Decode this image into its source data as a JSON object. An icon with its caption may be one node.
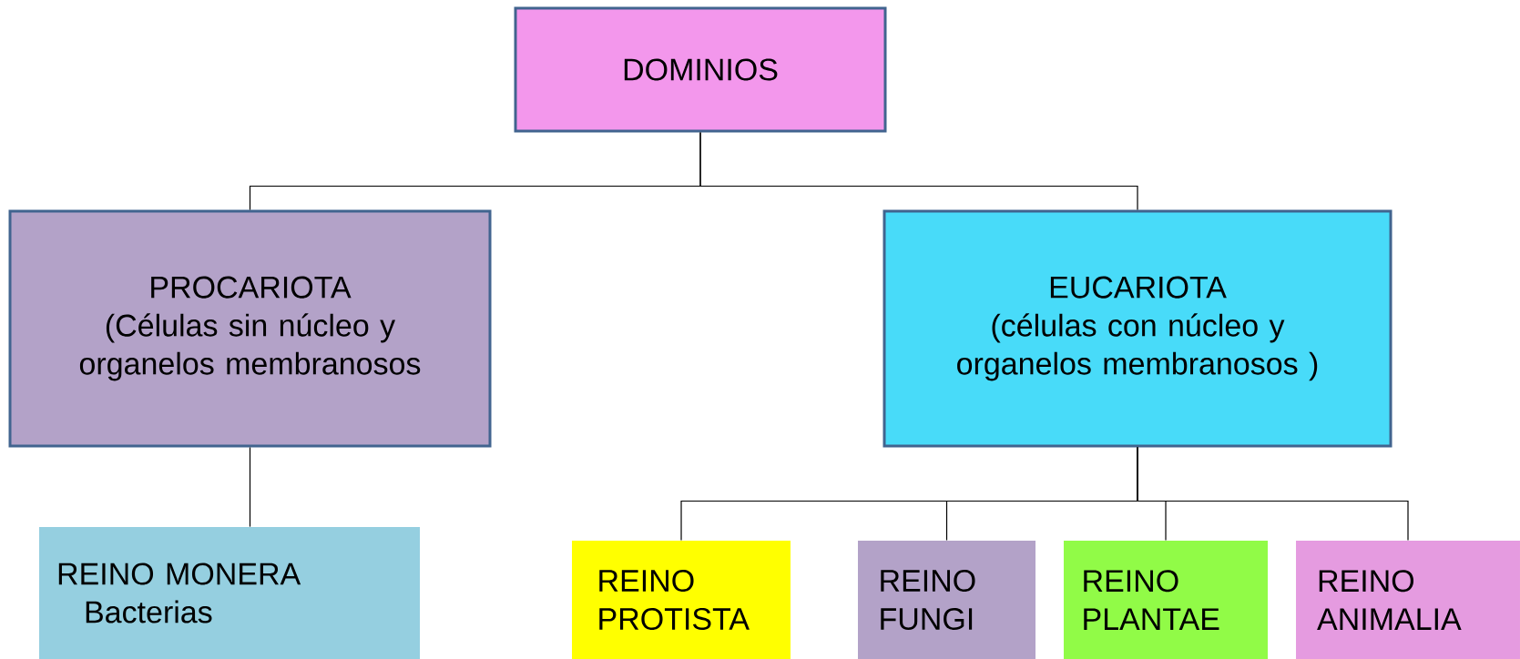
{
  "diagram": {
    "nodes": [
      {
        "text": [
          "DOMINIOS"
        ]
      },
      {
        "text": [
          "PROCARIOTA",
          "(Células sin núcleo y organelos membranosos"
        ]
      },
      {
        "text": [
          "EUCARIOTA",
          "(células con núcleo y organelos membranosos )"
        ]
      },
      {
        "text": [
          "REINO MONERA",
          "Bacterias"
        ]
      },
      {
        "text": [
          "REINO PROTISTA"
        ]
      },
      {
        "text": [
          "REINO FUNGI"
        ]
      },
      {
        "text": [
          "REINO PLANTAE"
        ]
      },
      {
        "text": [
          "REINO ANIMALIA"
        ]
      }
    ],
    "edges": [
      {
        "from": 0,
        "to": 1,
        "arrow": "none"
      },
      {
        "from": 0,
        "to": 2,
        "arrow": "none"
      },
      {
        "from": 1,
        "to": 3,
        "arrow": "none"
      },
      {
        "from": 2,
        "to": 4,
        "arrow": "none"
      },
      {
        "from": 2,
        "to": 5,
        "arrow": "none"
      },
      {
        "from": 2,
        "to": 6,
        "arrow": "none"
      },
      {
        "from": 2,
        "to": 7,
        "arrow": "none"
      }
    ]
  }
}
